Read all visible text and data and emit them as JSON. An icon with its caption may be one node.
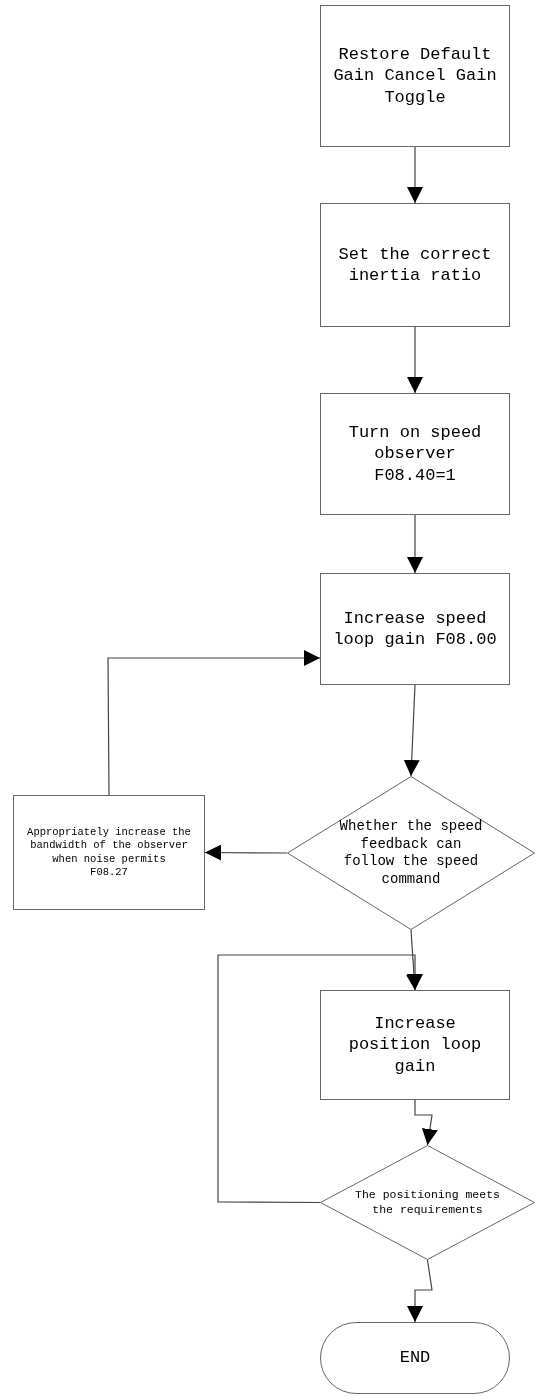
{
  "diagram": {
    "nodes": [
      {
        "text": [
          "Restore Default Gain Cancel Gain Toggle"
        ]
      },
      {
        "text": [
          "Set the correct inertia ratio"
        ]
      },
      {
        "text": [
          "Turn on speed observer F08.40=1"
        ]
      },
      {
        "text": [
          "Increase speed loop gain F08.00"
        ]
      },
      {
        "text": [
          "Whether the speed feedback can follow the speed command"
        ]
      },
      {
        "text": [
          "Appropriately increase the bandwidth of the observer when noise permits",
          "F08.27"
        ]
      },
      {
        "text": [
          "Increase position loop gain"
        ]
      },
      {
        "text": [
          "The positioning meets the requirements"
        ]
      },
      {
        "text": [
          "END"
        ]
      }
    ],
    "edges": [
      {
        "from": 0,
        "to": 1,
        "arrow": "to"
      },
      {
        "from": 1,
        "to": 2,
        "arrow": "to"
      },
      {
        "from": 2,
        "to": 3,
        "arrow": "to"
      },
      {
        "from": 3,
        "to": 4,
        "arrow": "to"
      },
      {
        "from": 4,
        "to": 5,
        "arrow": "to"
      },
      {
        "from": 5,
        "to": 3,
        "arrow": "to"
      },
      {
        "from": 4,
        "to": 6,
        "arrow": "to"
      },
      {
        "from": 6,
        "to": 7,
        "arrow": "to"
      },
      {
        "from": 7,
        "to": 6,
        "arrow": "to"
      },
      {
        "from": 7,
        "to": 8,
        "arrow": "to"
      }
    ]
  }
}
